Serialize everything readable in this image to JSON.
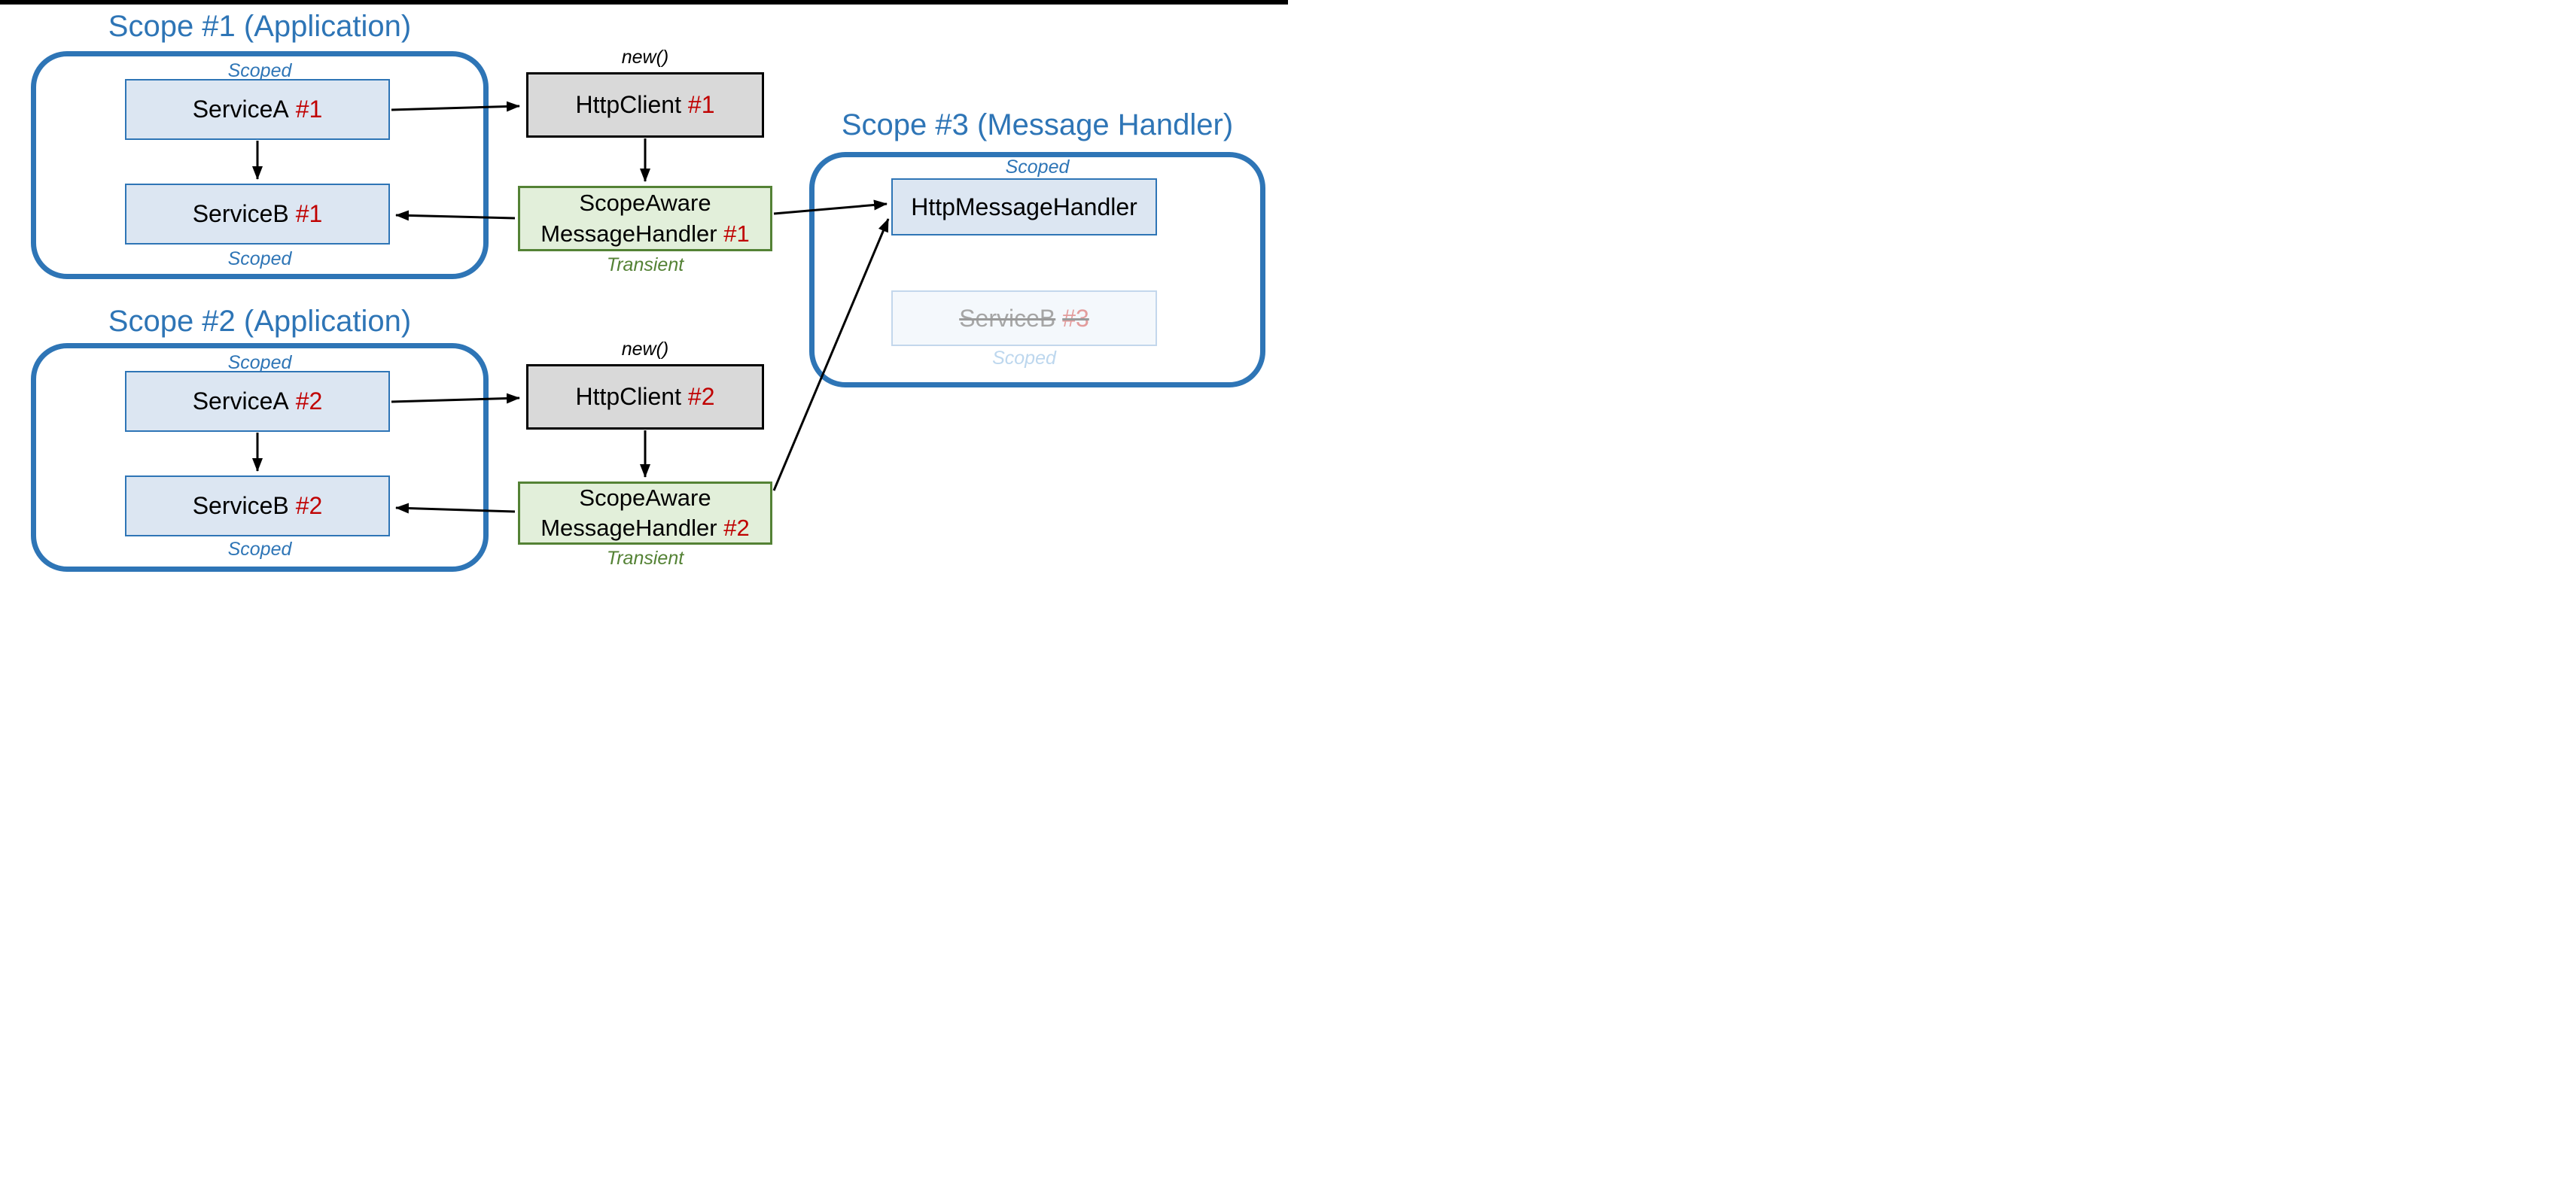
{
  "colors": {
    "accent_blue": "#2E75B6",
    "node_blue_fill": "#DCE6F2",
    "node_blue_border": "#2E75B6",
    "gray_fill": "#D9D9D9",
    "gray_border": "#000000",
    "green_fill": "#E2EFDA",
    "green_border": "#548235",
    "green_text": "#548235",
    "red": "#C00000",
    "black": "#000000",
    "faded_fill": "#F4F8FC",
    "faded_border": "#C3D7EC",
    "faded_text": "#A6A6A6",
    "faded_red": "#E39C9C",
    "faded_blue": "#BDD7EE",
    "top_bar": "#000000"
  },
  "scopes": {
    "s1": {
      "title": "Scope #1 (Application)",
      "top_label": "Scoped",
      "bottom_label": "Scoped"
    },
    "s2": {
      "title": "Scope #2 (Application)",
      "top_label": "Scoped",
      "bottom_label": "Scoped"
    },
    "s3": {
      "title": "Scope #3 (Message Handler)",
      "top_label": "Scoped"
    }
  },
  "nodes": {
    "service_a1": {
      "name": "ServiceA",
      "id": "#1"
    },
    "service_b1": {
      "name": "ServiceB",
      "id": "#1"
    },
    "http_client1": {
      "name": "HttpClient",
      "id": "#1",
      "annotation": "new()"
    },
    "handler1": {
      "line1": "ScopeAware",
      "line2": "MessageHandler",
      "id": "#1",
      "annotation": "Transient"
    },
    "service_a2": {
      "name": "ServiceA",
      "id": "#2"
    },
    "service_b2": {
      "name": "ServiceB",
      "id": "#2"
    },
    "http_client2": {
      "name": "HttpClient",
      "id": "#2",
      "annotation": "new()"
    },
    "handler2": {
      "line1": "ScopeAware",
      "line2": "MessageHandler",
      "id": "#2",
      "annotation": "Transient"
    },
    "http_message_handler": {
      "name": "HttpMessageHandler"
    },
    "service_b3": {
      "name": "ServiceB",
      "id": "#3",
      "annotation": "Scoped"
    }
  }
}
